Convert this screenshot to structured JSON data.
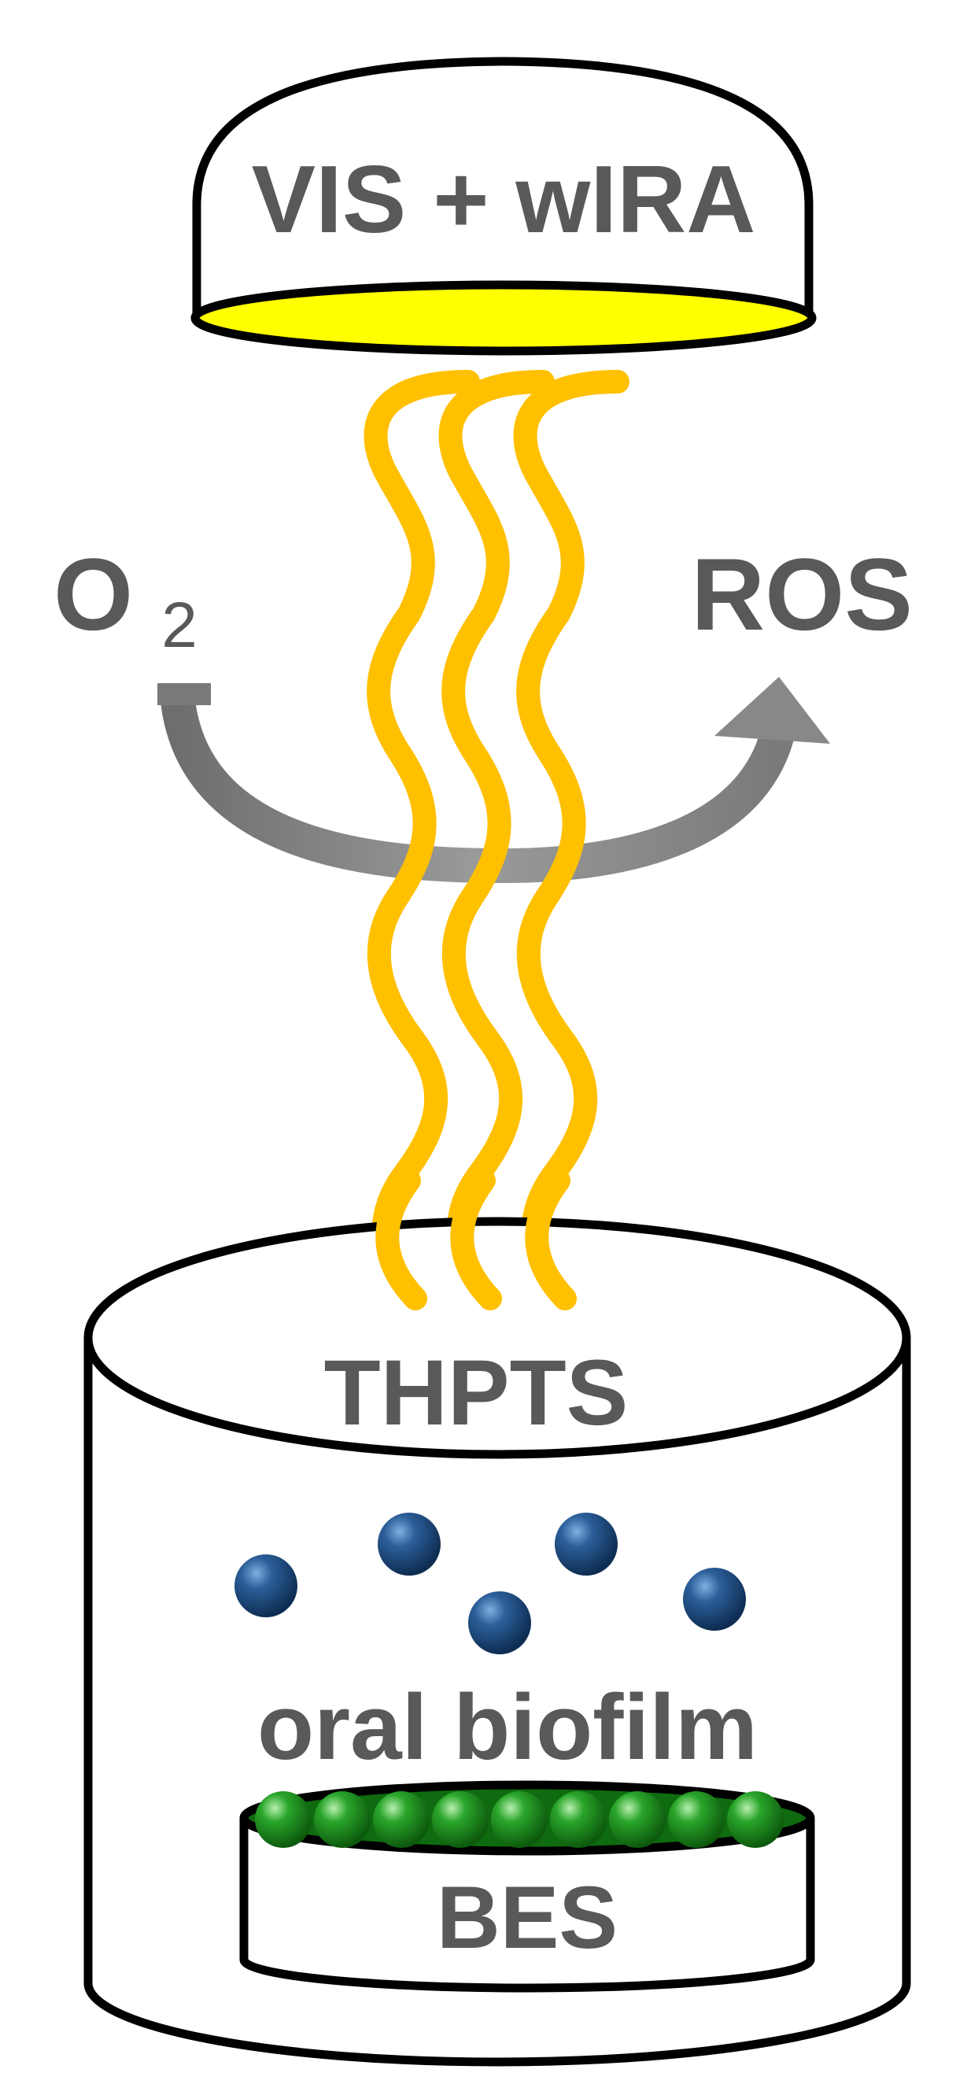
{
  "lamp": {
    "label": "VIS + wIRA",
    "lens_color": "#ffff00"
  },
  "reaction": {
    "reactant": "O",
    "reactant_subscript": "2",
    "product": "ROS",
    "arrow_color": "#808080"
  },
  "light_waves": {
    "count": 3,
    "color": "#ffc000"
  },
  "vessel": {
    "photosensitizer_label": "THPTS",
    "sample_label": "oral biofilm",
    "substrate_label": "BES",
    "particle_color": "#1f4e79",
    "biofilm_color": "#1a8f1a"
  },
  "colors": {
    "text": "#595959",
    "outline": "#000000"
  }
}
